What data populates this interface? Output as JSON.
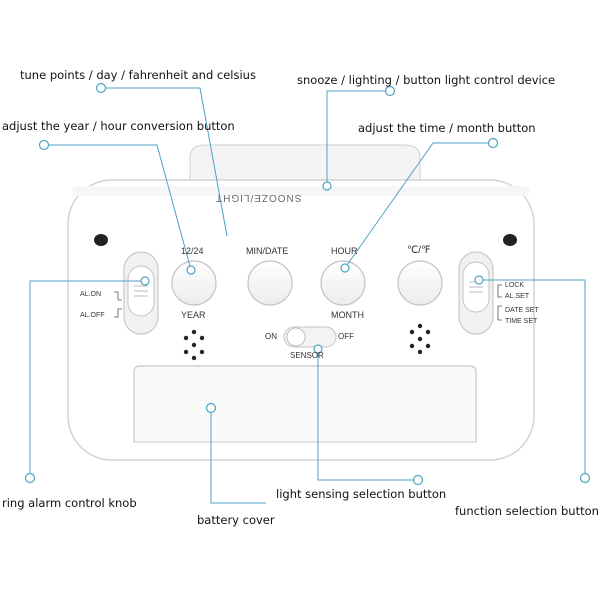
{
  "callouts": {
    "tune_points": "tune points / day / fahrenheit and celsius",
    "snooze": "snooze / lighting / button light control device",
    "adjust_year": "adjust the year / hour conversion button",
    "adjust_time": "adjust the time / month button",
    "alarm_knob": "ring alarm control knob",
    "light_sensing": "light sensing selection button",
    "battery_cover": "battery cover",
    "function_selection": "function selection button"
  },
  "device": {
    "top_button": "SNOOZE/LIGHT",
    "btn_12_24": "12/24",
    "btn_min_date": "MIN/DATE",
    "btn_hour": "HOUR",
    "btn_temp": "℃/℉",
    "year": "YEAR",
    "month": "MONTH",
    "al_on": "AL.ON",
    "al_off": "AL.OFF",
    "lock": "LOCK",
    "al_set": "AL.SET",
    "date_set": "DATE SET",
    "time_set": "TIME SET",
    "on": "ON",
    "off": "OFF",
    "sensor": "SENSOR"
  },
  "colors": {
    "leader": "#4fa3c4",
    "body": "#ffffff",
    "outline": "#d0d0d0"
  }
}
